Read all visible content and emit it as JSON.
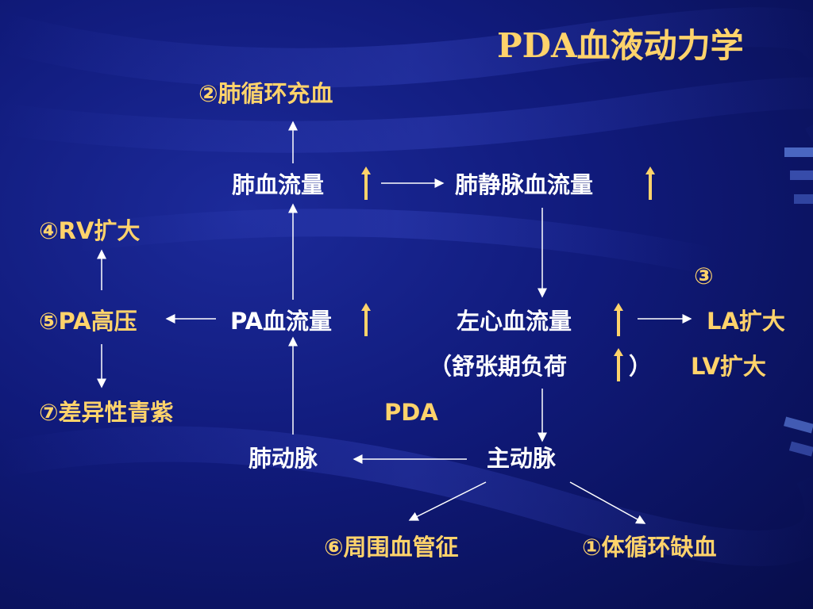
{
  "slide": {
    "title": "PDA血液动力学",
    "nodes": {
      "pulmonary_congestion": "②肺循环充血",
      "pulmonary_flow": "肺血流量",
      "pulmonary_vein_flow": "肺静脉血流量",
      "rv_enlarge": "④RV扩大",
      "circle3": "③",
      "pa_hypertension": "⑤PA高压",
      "pa_flow": "PA血流量",
      "left_heart_flow": "左心血流量",
      "la_enlarge": "LA扩大",
      "diastolic_load_open": "（舒张期负荷",
      "diastolic_load_close": "）",
      "lv_enlarge": "LV扩大",
      "differential_cyanosis": "⑦差异性青紫",
      "pda": "PDA",
      "pulmonary_artery": "肺动脉",
      "aorta": "主动脉",
      "peripheral_vascular_sign": "⑥周围血管征",
      "systemic_ischemia": "①体循环缺血"
    },
    "colors": {
      "accent": "#ffd36b",
      "text": "#ffffff",
      "background": "#101a7a"
    }
  }
}
